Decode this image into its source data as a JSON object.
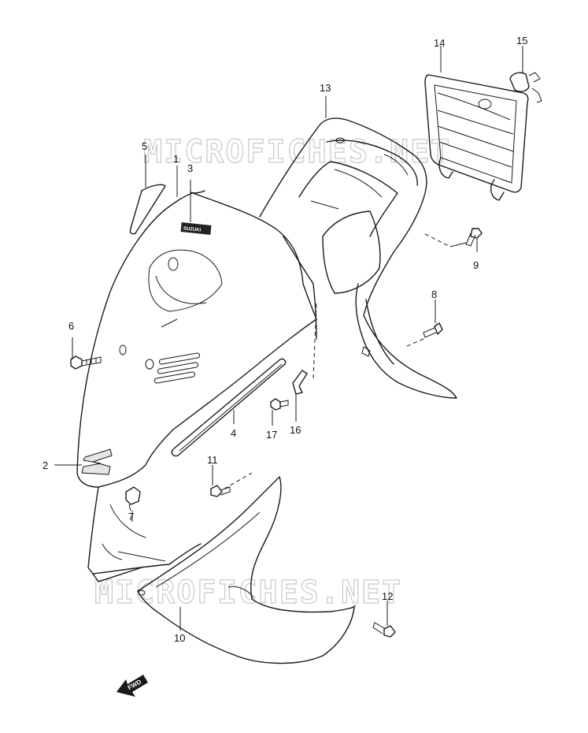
{
  "watermark": "MICROFICHES.NET",
  "fwd_label": "FWD",
  "badge_text": "SUZUKI",
  "callouts": [
    {
      "id": "1",
      "label": "1"
    },
    {
      "id": "2",
      "label": "2"
    },
    {
      "id": "3",
      "label": "3"
    },
    {
      "id": "4",
      "label": "4"
    },
    {
      "id": "5",
      "label": "5"
    },
    {
      "id": "6",
      "label": "6"
    },
    {
      "id": "7",
      "label": "7"
    },
    {
      "id": "8",
      "label": "8"
    },
    {
      "id": "9",
      "label": "9"
    },
    {
      "id": "10",
      "label": "10"
    },
    {
      "id": "11",
      "label": "11"
    },
    {
      "id": "12",
      "label": "12"
    },
    {
      "id": "13",
      "label": "13"
    },
    {
      "id": "14",
      "label": "14"
    },
    {
      "id": "15",
      "label": "15"
    },
    {
      "id": "16",
      "label": "16"
    },
    {
      "id": "17",
      "label": "17"
    }
  ]
}
